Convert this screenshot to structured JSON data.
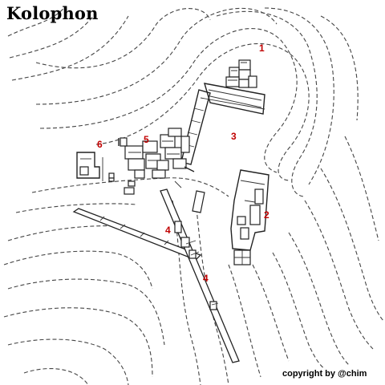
{
  "map": {
    "title": "Kolophon",
    "copyright": "copyright by @chim",
    "label_color": "#c00000",
    "areas": [
      {
        "id": "area-1",
        "label": "1"
      },
      {
        "id": "area-2",
        "label": "2"
      },
      {
        "id": "area-3",
        "label": "3"
      },
      {
        "id": "area-4a",
        "label": "4"
      },
      {
        "id": "area-4b",
        "label": "4"
      },
      {
        "id": "area-5",
        "label": "5"
      },
      {
        "id": "area-6",
        "label": "6"
      }
    ]
  }
}
